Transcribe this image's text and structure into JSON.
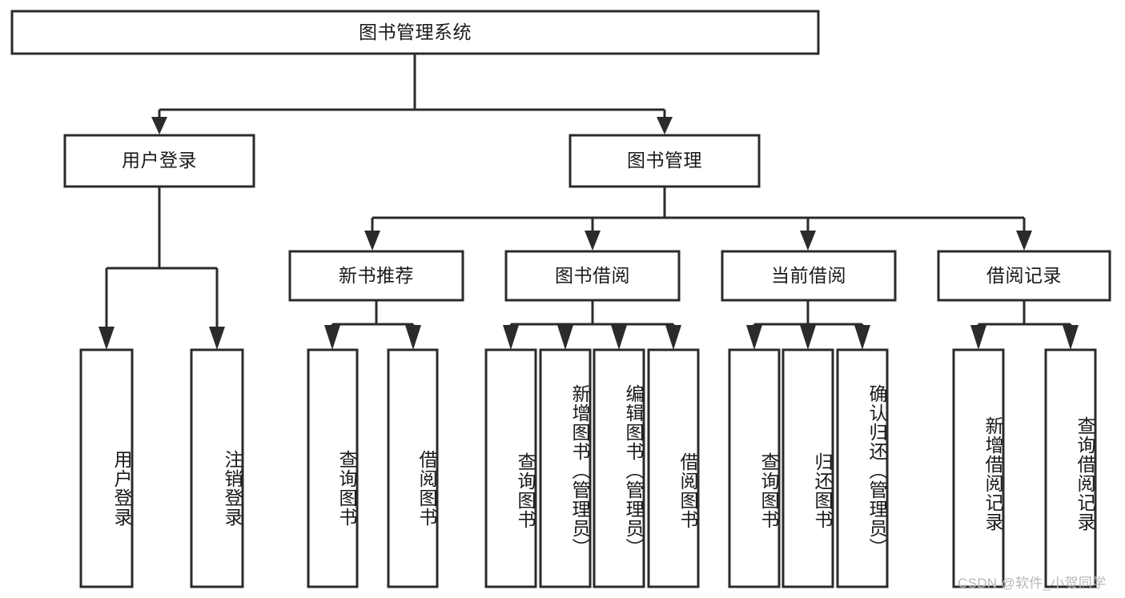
{
  "diagram": {
    "type": "tree-hierarchy",
    "title": "图书管理系统",
    "levels": 4,
    "colors": {
      "background": "#ffffff",
      "box_fill": "#ffffff",
      "box_stroke": "#2b2b2b",
      "text": "#1a1a1a",
      "watermark": "#b8b8b8"
    },
    "root": {
      "label": "图书管理系统",
      "orientation": "horizontal"
    },
    "level2": [
      {
        "label": "用户登录",
        "orientation": "horizontal"
      },
      {
        "label": "图书管理",
        "orientation": "horizontal"
      }
    ],
    "level3": [
      {
        "label": "新书推荐",
        "orientation": "horizontal",
        "parent": "图书管理"
      },
      {
        "label": "图书借阅",
        "orientation": "horizontal",
        "parent": "图书管理"
      },
      {
        "label": "当前借阅",
        "orientation": "horizontal",
        "parent": "图书管理"
      },
      {
        "label": "借阅记录",
        "orientation": "horizontal",
        "parent": "图书管理"
      }
    ],
    "leaves": [
      {
        "label": "用户登录",
        "orientation": "vertical",
        "parent": "用户登录"
      },
      {
        "label": "注销登录",
        "orientation": "vertical",
        "parent": "用户登录"
      },
      {
        "label": "查询图书",
        "orientation": "vertical",
        "parent": "新书推荐"
      },
      {
        "label": "借阅图书",
        "orientation": "vertical",
        "parent": "新书推荐"
      },
      {
        "label": "查询图书",
        "orientation": "vertical",
        "parent": "图书借阅"
      },
      {
        "label": "新增图书（管理员）",
        "orientation": "vertical",
        "parent": "图书借阅"
      },
      {
        "label": "编辑图书（管理员）",
        "orientation": "vertical",
        "parent": "图书借阅"
      },
      {
        "label": "借阅图书",
        "orientation": "vertical",
        "parent": "图书借阅"
      },
      {
        "label": "查询图书",
        "orientation": "vertical",
        "parent": "当前借阅"
      },
      {
        "label": "归还图书",
        "orientation": "vertical",
        "parent": "当前借阅"
      },
      {
        "label": "确认归还（管理员）",
        "orientation": "vertical",
        "parent": "当前借阅"
      },
      {
        "label": "新增借阅记录",
        "orientation": "vertical",
        "parent": "借阅记录"
      },
      {
        "label": "查询借阅记录",
        "orientation": "vertical",
        "parent": "借阅记录"
      }
    ]
  },
  "watermark": {
    "text": "CSDN @软件_小贺同学"
  }
}
